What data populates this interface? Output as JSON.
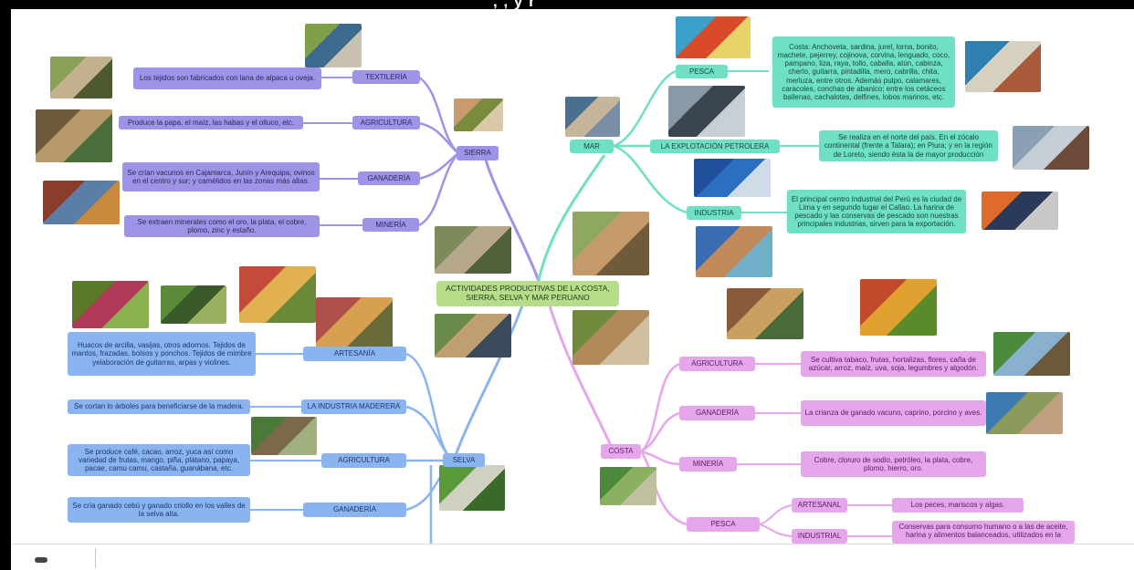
{
  "header": {
    "title_fragment": ", , y r"
  },
  "center": {
    "label": "ACTIVIDADES PRODUCTIVAS DE LA COSTA, SIERRA, SELVA Y MAR PERUANO"
  },
  "sierra": {
    "label": "SIERRA",
    "children": [
      {
        "label": "TEXTILERÍA",
        "desc": "Los tejidos son fabricados con lana de alpaca u oveja."
      },
      {
        "label": "AGRICULTURA",
        "desc": "Produce la papa, el maíz, las habas y el olluco, etc."
      },
      {
        "label": "GANADERÍA",
        "desc": "Se crían vacunos en Cajamarca, Junín y Arequipa; ovinos en el centro y sur; y camélidos en las zonas más altas."
      },
      {
        "label": "MINERÍA",
        "desc": "Se extraen minerales como el oro, la plata, el cobre, plomo, zinc y estaño."
      }
    ]
  },
  "mar": {
    "label": "MAR",
    "children": [
      {
        "label": "PESCA",
        "desc": "Costa: Anchoveta, sardina, jurel, lorna, bonito, machete, pejerrey, cojinova, corvina, lenguado, coco, pampano, liza, raya, tollo, caballa, atún, cabinza, cherlo, guitarra, pintadilla, mero, cabrilla, chita, merluza, entre otros. Además pulpo, calamares, caracoles, conchas de abanico; entre los cetáceos ballenas, cachalotes, delfines, lobos marinos, etc."
      },
      {
        "label": "LA EXPLOTACIÓN PETROLERA",
        "desc": "Se realiza en el norte del país. En el zócalo continental (frente a Talara); en Piura; y en la región de Loreto, siendo ésta la de mayor producción"
      },
      {
        "label": "INDUSTRIA",
        "desc": "El principal centro Industrial del Perú es la ciudad de Lima y en segundo lugar el Callao. La harina de pescado y las conservas de pescado son nuestras principales industrias, sirven para la exportación."
      }
    ]
  },
  "selva": {
    "label": "SELVA",
    "children": [
      {
        "label": "ARTESANÍA",
        "desc": "Huacos de arcilla, vasijas, otros adornos. Tejidos de mantos, frazadas, bolsos y ponchos. Tejidos de mimbre yelaboración de guitarras, arpas y violines."
      },
      {
        "label": "LA INDUSTRIA MADERERA",
        "desc": "Se cortan lo árboles para beneficiarse de la madera."
      },
      {
        "label": "AGRICULTURA",
        "desc": "Se produce café, cacao, arroz, yuca así como variedad de frutas, mango, piña, plátano, papaya, pacae, camu camu, castaña, guanábana, etc."
      },
      {
        "label": "GANADERÍA",
        "desc": "Se cría ganado cebú y ganado criollo en los valles de la selva alta."
      }
    ]
  },
  "costa": {
    "label": "COSTA",
    "children": [
      {
        "label": "AGRICULTURA",
        "desc": "Se cultiva tabaco, frutas, hortalizas, flores, caña de azúcar, arroz, maíz, uva, soja, legumbres y algodón."
      },
      {
        "label": "GANADERÍA",
        "desc": "La crianza de ganado vacuno, caprino, porcino y aves."
      },
      {
        "label": "MINERÍA",
        "desc": "Cobre, cloruro de sodio, petróleo, la plata, cobre, plomo, hierro, oro."
      },
      {
        "label": "PESCA",
        "sub": [
          {
            "label": "ARTESANAL",
            "desc": "Los peces, mariscos y algas."
          },
          {
            "label": "INDUSTRIAL",
            "desc": "Conservas para consumo humano o a las de aceite, harina y alimentos balanceados, utilizados en la"
          }
        ]
      }
    ]
  },
  "colors": {
    "sierra": "#9d94e8",
    "mar": "#6fe0c4",
    "costa": "#e6a6ec",
    "selva": "#8ab4f0",
    "center": "#b6dd8a"
  },
  "photos": [
    {
      "name": "photo-market-vendors",
      "palette": [
        "#7fa04a",
        "#3c6a8f",
        "#c9c2b3"
      ]
    },
    {
      "name": "photo-andean-weaver",
      "palette": [
        "#8aa157",
        "#c3b08d",
        "#4d5a2f"
      ]
    },
    {
      "name": "photo-potato-harvest",
      "palette": [
        "#6f5a3b",
        "#b79a6a",
        "#4a6f3a"
      ]
    },
    {
      "name": "photo-llama-herd",
      "palette": [
        "#c79b6e",
        "#7a8b3f",
        "#d9c9a8"
      ]
    },
    {
      "name": "photo-quinoa-field",
      "palette": [
        "#8c3c2a",
        "#5a7ea6",
        "#c88a3c"
      ]
    },
    {
      "name": "photo-terraces",
      "palette": [
        "#7f8a5b",
        "#b5a78a",
        "#50603a"
      ]
    },
    {
      "name": "photo-fish-catch",
      "palette": [
        "#4a6f8f",
        "#c6b59a",
        "#7a8ea6"
      ]
    },
    {
      "name": "photo-fishing-boat",
      "palette": [
        "#3aa0c8",
        "#d94a2a",
        "#e6d46a"
      ]
    },
    {
      "name": "photo-harbor",
      "palette": [
        "#8a99a6",
        "#3a4550",
        "#c8d0d6"
      ]
    },
    {
      "name": "photo-coastal-boats",
      "palette": [
        "#2f7fb0",
        "#d6d0c0",
        "#a85a3a"
      ]
    },
    {
      "name": "photo-oil-platform",
      "palette": [
        "#1f4f9a",
        "#2a6fc0",
        "#d0dbe8"
      ]
    },
    {
      "name": "photo-sea-boats",
      "palette": [
        "#8aa0b5",
        "#c5cdd5",
        "#6b4a3a"
      ]
    },
    {
      "name": "photo-fish-market",
      "palette": [
        "#3a6ab0",
        "#c08a5a",
        "#6fb0c8"
      ]
    },
    {
      "name": "photo-cannery-worker",
      "palette": [
        "#e06a2a",
        "#2a3a5a",
        "#c8c8c8"
      ]
    },
    {
      "name": "photo-cattle-sierra",
      "palette": [
        "#8fa860",
        "#c59a6a",
        "#6f5a3a"
      ]
    },
    {
      "name": "photo-livestock-collage",
      "palette": [
        "#6f8a3a",
        "#b08a5a",
        "#d0c0a0"
      ]
    },
    {
      "name": "photo-handicrafts",
      "palette": [
        "#c44a3a",
        "#e0b050",
        "#6a8a3a"
      ]
    },
    {
      "name": "photo-cacao-picker",
      "palette": [
        "#5a7a2a",
        "#b03a5a",
        "#8ab050"
      ]
    },
    {
      "name": "photo-jungle-cattle",
      "palette": [
        "#5a8a3a",
        "#3a5a2a",
        "#9ab060"
      ]
    },
    {
      "name": "photo-crafts-collage",
      "palette": [
        "#b0504a",
        "#d6a050",
        "#6a6a3a"
      ]
    },
    {
      "name": "photo-weaver-woman",
      "palette": [
        "#6a8a4a",
        "#c0a070",
        "#3a4a5a"
      ]
    },
    {
      "name": "photo-crafts-market",
      "palette": [
        "#8a5a3a",
        "#c8a060",
        "#4a6a3a"
      ]
    },
    {
      "name": "photo-fruits-collage",
      "palette": [
        "#c04a2a",
        "#e0a030",
        "#5a8a2a"
      ]
    },
    {
      "name": "photo-logging",
      "palette": [
        "#4a7a3a",
        "#7a6a4a",
        "#a0b080"
      ]
    },
    {
      "name": "photo-zebu-herd",
      "palette": [
        "#5a9a3a",
        "#d0d0c0",
        "#3a6a2a"
      ]
    },
    {
      "name": "photo-crop-field",
      "palette": [
        "#4a8a3a",
        "#8ab0d0",
        "#6a5a3a"
      ]
    },
    {
      "name": "photo-goats-pasture",
      "palette": [
        "#3a7ab0",
        "#8a9a5a",
        "#c0a080"
      ]
    },
    {
      "name": "photo-farm-workers",
      "palette": [
        "#4a8a3a",
        "#8ab060",
        "#c0c0a0"
      ]
    },
    {
      "name": "photo-pig-farm",
      "palette": [
        "#6a9a4a",
        "#c09a6a",
        "#3a5a2a"
      ]
    },
    {
      "name": "photo-furrowed-field",
      "palette": [
        "#5a8a3a",
        "#8ab0d0",
        "#8a5a3a"
      ]
    },
    {
      "name": "photo-sierra-fields",
      "palette": [
        "#6a7a4a",
        "#a89a70",
        "#4a5a3a"
      ]
    }
  ]
}
